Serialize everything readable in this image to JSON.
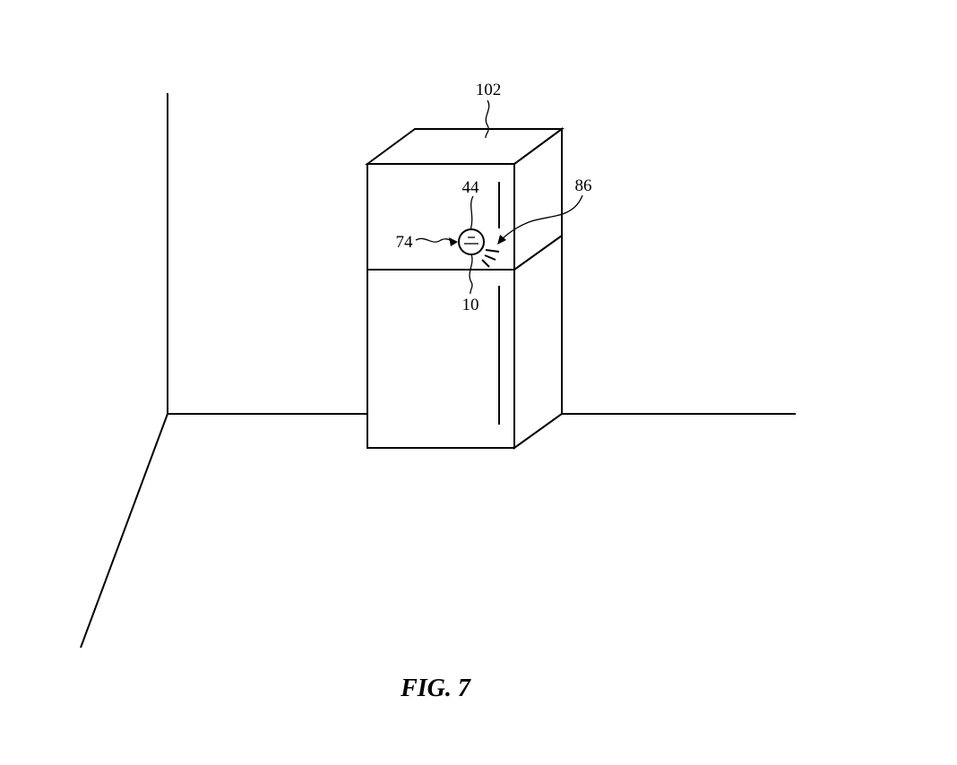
{
  "labels": {
    "appliance": "102",
    "indicator": "44",
    "device": "74",
    "light": "86",
    "housing": "10"
  },
  "caption": "FIG. 7"
}
